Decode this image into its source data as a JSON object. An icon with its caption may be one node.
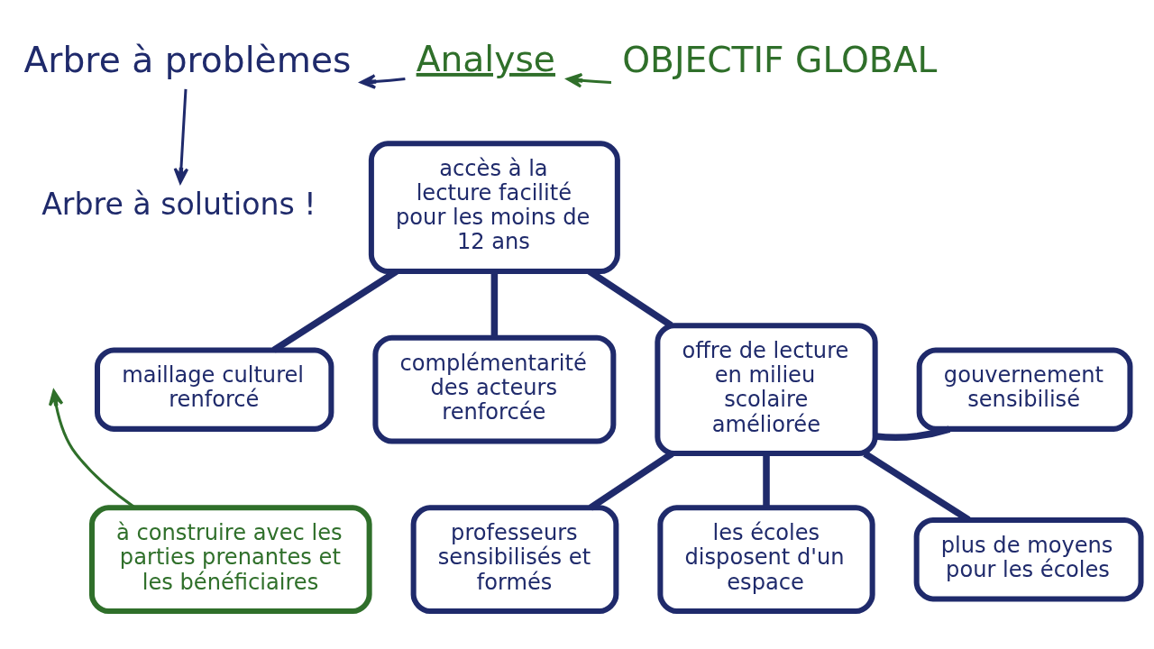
{
  "diagram": {
    "nodes": [
      {
        "text": [
          "Arbre à problèmes"
        ]
      },
      {
        "text": [
          "Analyse"
        ]
      },
      {
        "text": [
          "OBJECTIF GLOBAL"
        ]
      },
      {
        "text": [
          "Arbre à solutions !"
        ]
      },
      {
        "text": [
          "accès à la lecture facilité pour les moins de 12 ans"
        ]
      },
      {
        "text": [
          "maillage culturel renforcé"
        ]
      },
      {
        "text": [
          "offre de lecture en milieu scolaire améliorée"
        ]
      },
      {
        "text": [
          "gouvernement sensibilisé"
        ]
      },
      {
        "text": [
          "complémentarité des acteurs renforcée"
        ]
      },
      {
        "text": [
          "les écoles disposent d'un espace"
        ]
      },
      {
        "text": [
          "plus de moyens pour les écoles"
        ]
      },
      {
        "text": [
          "professeurs sensibilisés et formés"
        ]
      },
      {
        "text": [
          "à construire avec les parties prenantes et les bénéficiaires"
        ]
      }
    ],
    "edges": [
      {
        "from": 2,
        "to": 1,
        "arrow": "to",
        "color": "#2f6f2a"
      },
      {
        "from": 1,
        "to": 0,
        "arrow": "to"
      },
      {
        "from": 0,
        "to": 3,
        "arrow": "to"
      },
      {
        "from": 5,
        "to": 4,
        "arrow": "none"
      },
      {
        "from": 4,
        "to": 8,
        "arrow": "none"
      },
      {
        "from": 4,
        "to": 6,
        "arrow": "none"
      },
      {
        "from": 6,
        "to": 7,
        "arrow": "none"
      },
      {
        "from": 6,
        "to": 11,
        "arrow": "none"
      },
      {
        "from": 6,
        "to": 9,
        "arrow": "none"
      },
      {
        "from": 6,
        "to": 10,
        "arrow": "none"
      },
      {
        "from": 12,
        "to": null,
        "arrow": "to",
        "color": "#2f6f2a"
      }
    ]
  }
}
